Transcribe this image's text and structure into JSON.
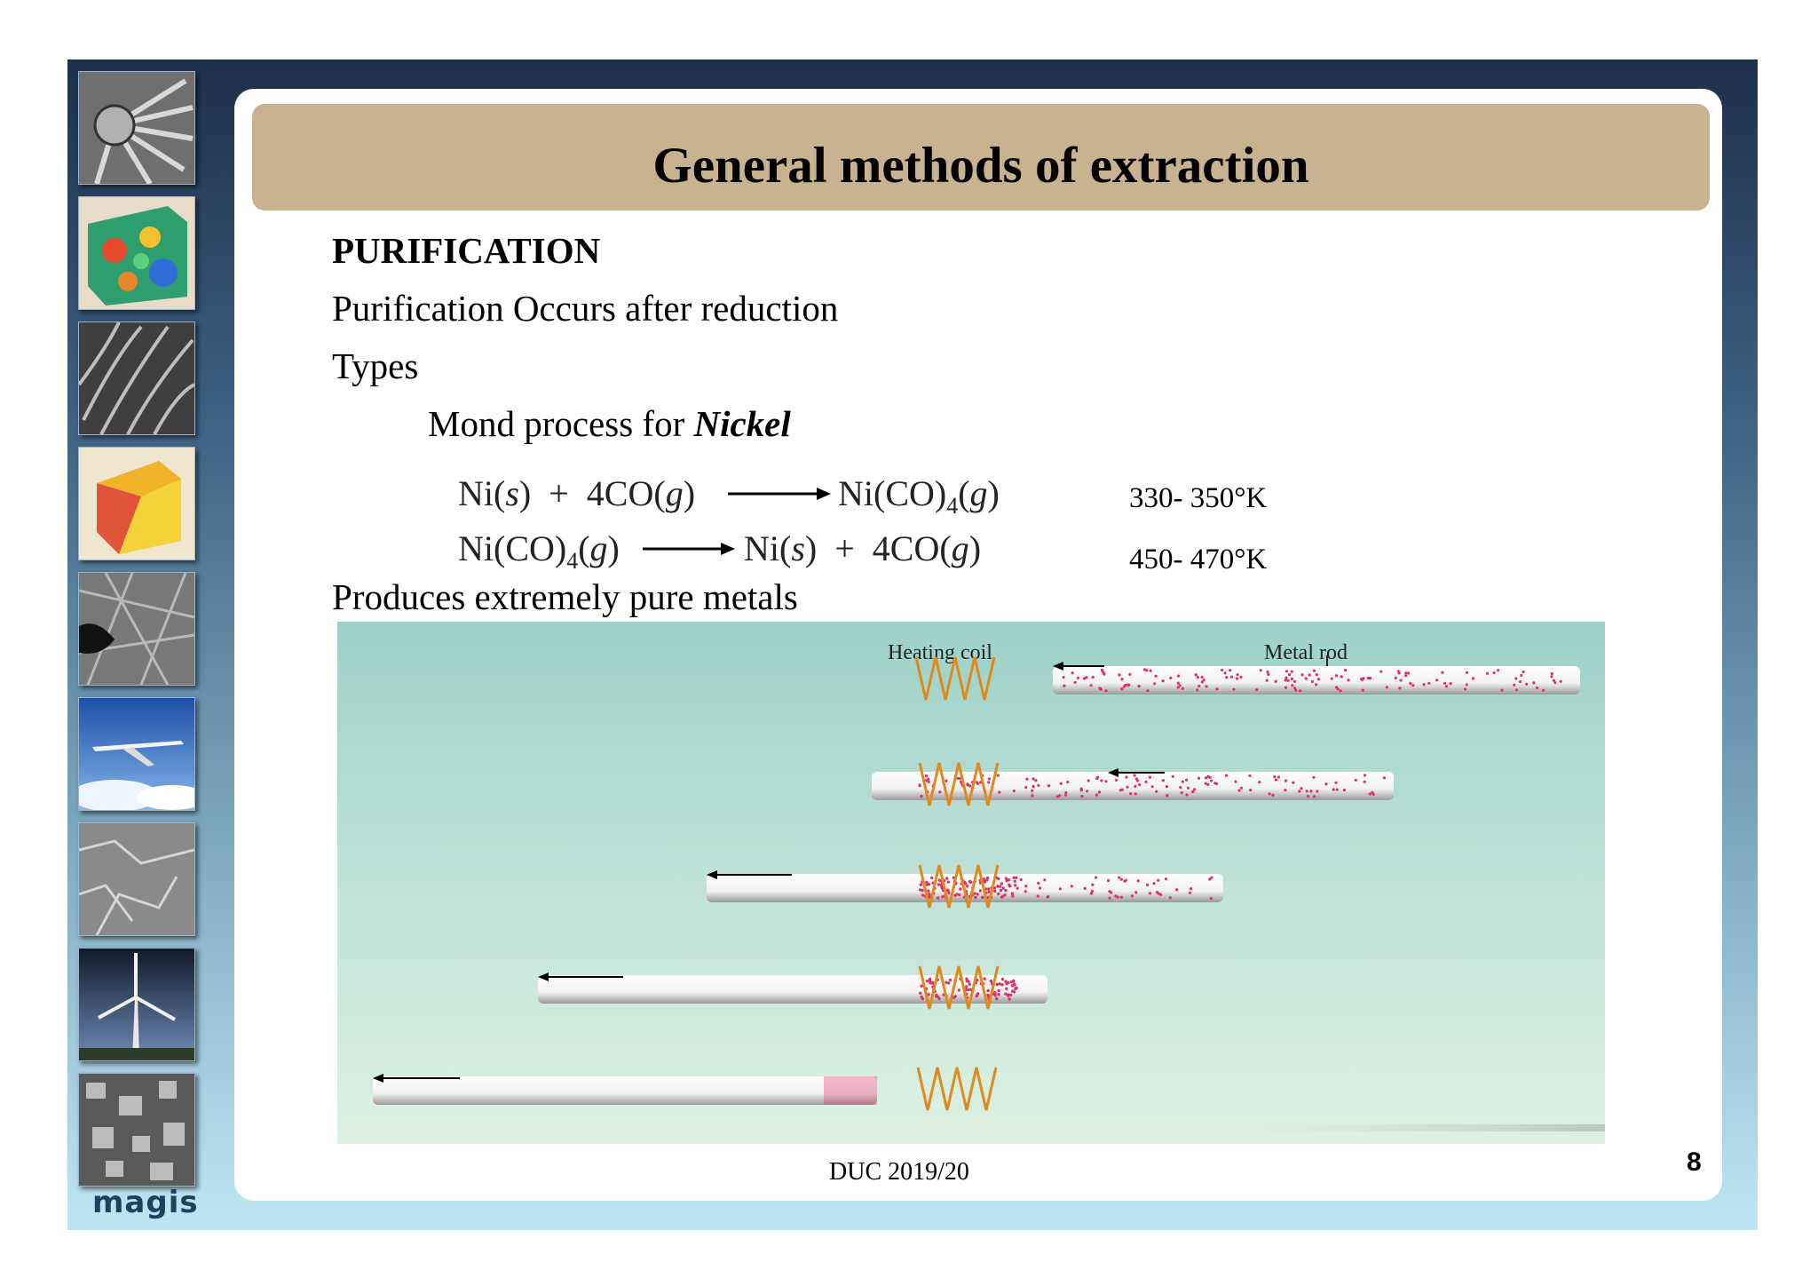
{
  "slide": {
    "title": "General methods of extraction",
    "heading": "PURIFICATION",
    "line1": "Purification Occurs after reduction",
    "line2": "Types",
    "line3_prefix": "Mond process for ",
    "line3_emph": "Nickel",
    "line4": "Produces extremely pure metals",
    "temp1": "330- 350°K",
    "temp2": "450- 470°K",
    "footer": "DUC 2019/20",
    "page_number": "8",
    "logo": "magis"
  },
  "equations": {
    "eq1": {
      "left_a": "Ni(",
      "left_a_state": "s",
      "left_a_end": ")",
      "plus1": "+",
      "left_b": "4CO(",
      "left_b_state": "g",
      "left_b_end": ")",
      "right_a": "Ni(CO)",
      "right_sub": "4",
      "right_a_open": "(",
      "right_state": "g",
      "right_end": ")"
    },
    "eq2": {
      "left_a": "Ni(CO)",
      "left_sub": "4",
      "left_open": "(",
      "left_state": "g",
      "left_end": ")",
      "right_a": "Ni(",
      "right_a_state": "s",
      "right_a_end": ")",
      "plus": "+",
      "right_b": "4CO(",
      "right_b_state": "g",
      "right_b_end": ")"
    }
  },
  "diagram": {
    "label_coil": "Heating coil",
    "label_rod": "Metal rod"
  },
  "colors": {
    "title_bar": "#c9b290",
    "coil": "#e08a1e",
    "impurity_dots": "#e0306a",
    "frame_top": "#1d2f4a",
    "frame_bottom": "#bfe6f3"
  },
  "thumbnails": [
    "turbine-icon",
    "fluid-simulation-icon",
    "microstructure-icon",
    "stress-cube-icon",
    "grain-structure-icon",
    "airplane-icon",
    "fracture-surface-icon",
    "wind-turbine-icon",
    "crystal-grains-icon"
  ]
}
